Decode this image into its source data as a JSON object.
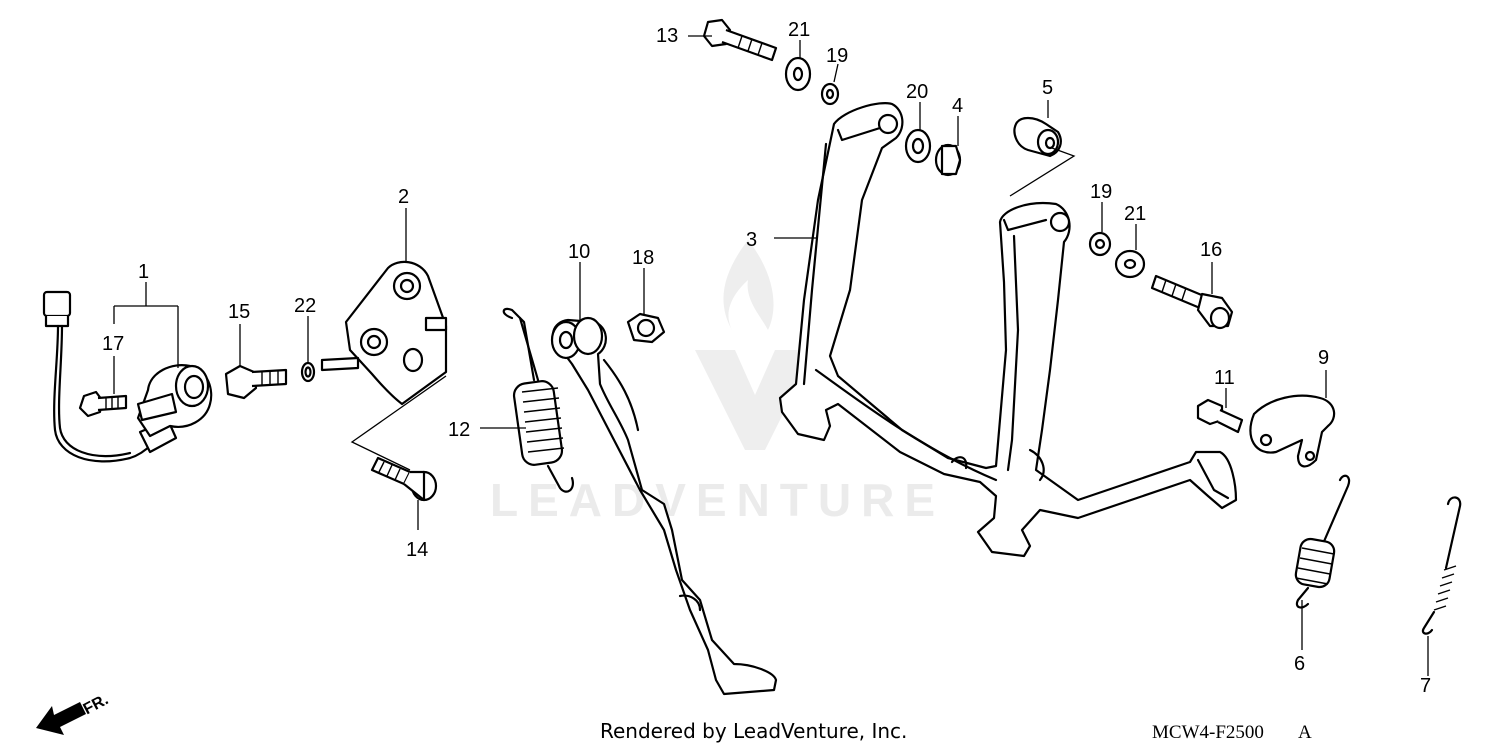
{
  "diagram": {
    "watermark": "LEADVENTURE",
    "footer": "Rendered by LeadVenture, Inc.",
    "diagram_code": "MCW4-F2500",
    "diagram_code_suffix": "A",
    "direction_label": "FR.",
    "callouts": [
      {
        "id": "p1",
        "label": "1"
      },
      {
        "id": "p2",
        "label": "2"
      },
      {
        "id": "p3",
        "label": "3"
      },
      {
        "id": "p4",
        "label": "4"
      },
      {
        "id": "p5",
        "label": "5"
      },
      {
        "id": "p6",
        "label": "6"
      },
      {
        "id": "p7",
        "label": "7"
      },
      {
        "id": "p9",
        "label": "9"
      },
      {
        "id": "p10",
        "label": "10"
      },
      {
        "id": "p11",
        "label": "11"
      },
      {
        "id": "p12",
        "label": "12"
      },
      {
        "id": "p13",
        "label": "13"
      },
      {
        "id": "p14",
        "label": "14"
      },
      {
        "id": "p15",
        "label": "15"
      },
      {
        "id": "p16",
        "label": "16"
      },
      {
        "id": "p17",
        "label": "17"
      },
      {
        "id": "p18",
        "label": "18"
      },
      {
        "id": "p19a",
        "label": "19"
      },
      {
        "id": "p19b",
        "label": "19"
      },
      {
        "id": "p20",
        "label": "20"
      },
      {
        "id": "p21a",
        "label": "21"
      },
      {
        "id": "p21b",
        "label": "21"
      },
      {
        "id": "p22",
        "label": "22"
      }
    ]
  }
}
